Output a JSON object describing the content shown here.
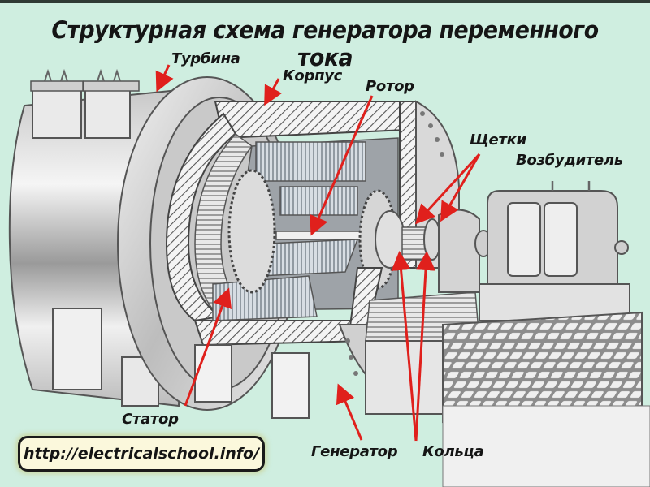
{
  "title": "Структурная схема генератора переменного тока",
  "labels": {
    "turbine": "Турбина",
    "housing": "Корпус",
    "rotor": "Ротор",
    "brushes": "Щетки",
    "exciter": "Возбудитель",
    "stator": "Статор",
    "generator": "Генератор",
    "rings": "Кольца"
  },
  "source_url": "http://electricalschool.info/",
  "colors": {
    "background": "#cfeee0",
    "arrow": "#e0201c",
    "text": "#151515",
    "url_box_fill": "#fbf8dc"
  }
}
